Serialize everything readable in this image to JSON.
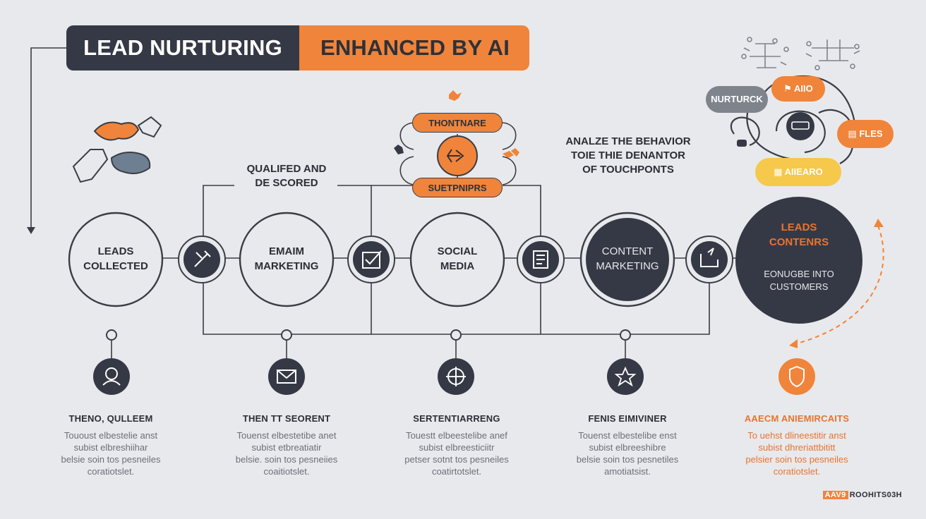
{
  "title": {
    "part1": "LEAD NURTURING",
    "part2": "ENHANCED BY AI"
  },
  "qualified_label": [
    "QUALIFED AND",
    "DE SCORED"
  ],
  "analyze_label": [
    "ANALZE THE BEHAVIOR",
    "TOIE THIE DENANTOR",
    "OF TOUCHPONTS"
  ],
  "top_pills": {
    "upper": "THONTNARE",
    "lower": "SUETPNIPRS"
  },
  "ai_network_pills": {
    "nurture": "NURTURCK",
    "aio": "AIIO",
    "files": "FLES",
    "aiearo": "AIIEARO"
  },
  "stages": [
    {
      "label": [
        "LEADS",
        "COLLECTED"
      ]
    },
    {
      "label": [
        "EMAIM",
        "MARKETING"
      ]
    },
    {
      "label": [
        "SOCIAL",
        "MEDIA"
      ]
    },
    {
      "label": [
        "CONTENT",
        "MARKETING"
      ]
    },
    {
      "label_orange": [
        "LEADS",
        "CONTENRS"
      ],
      "label": [
        "EONUGBE INTO",
        "CUSTOMERS"
      ]
    }
  ],
  "captions": [
    {
      "title": "THENO, QULLEEM",
      "body": "Tououst elbestelie anst\nsubist elbreshiihar\nbelsie soin tos pesneiles\ncoratiotslet."
    },
    {
      "title": "THEN TT SEORENT",
      "body": "Touenst elbestetibe anet\nsubist etbreatiatir\nbelsie. soin tos pesneiies\ncoaitiotslet."
    },
    {
      "title": "SERTENTIARRENG",
      "body": "Touestt elbeestelibe anef\nsubist elbreesticiitr\npetser sotnt tos pesneiles\ncoatirtotslet."
    },
    {
      "title": "FENIS EIMIVINER",
      "body": "Touenst elbestelibe enst\nsubist elbreeshibre\nbelsie soin tos pesnetiles\namotiatsist."
    },
    {
      "title": "AAECM ANIEMIRCAITS",
      "body": "To uehst dlineestitir anst\nsubist dhreriattbititt\npelsier soin tos pesneiles\ncoratiotslet.",
      "orange": true
    }
  ],
  "footer": {
    "tag": "AAV9",
    "text": "ROOHITS03H"
  },
  "colors": {
    "background": "#e8e9ec",
    "dark": "#353945",
    "orange": "#f0843a",
    "yellow": "#f6c84b",
    "gray": "#7f838c"
  },
  "icons": [
    "hands-puzzle-icon",
    "pencil-icon",
    "checkbox-icon",
    "document-icon",
    "cart-icon",
    "person-icon",
    "envelope-icon",
    "target-icon",
    "star-icon",
    "shield-icon",
    "arrow-icon",
    "ai-network-icon"
  ]
}
